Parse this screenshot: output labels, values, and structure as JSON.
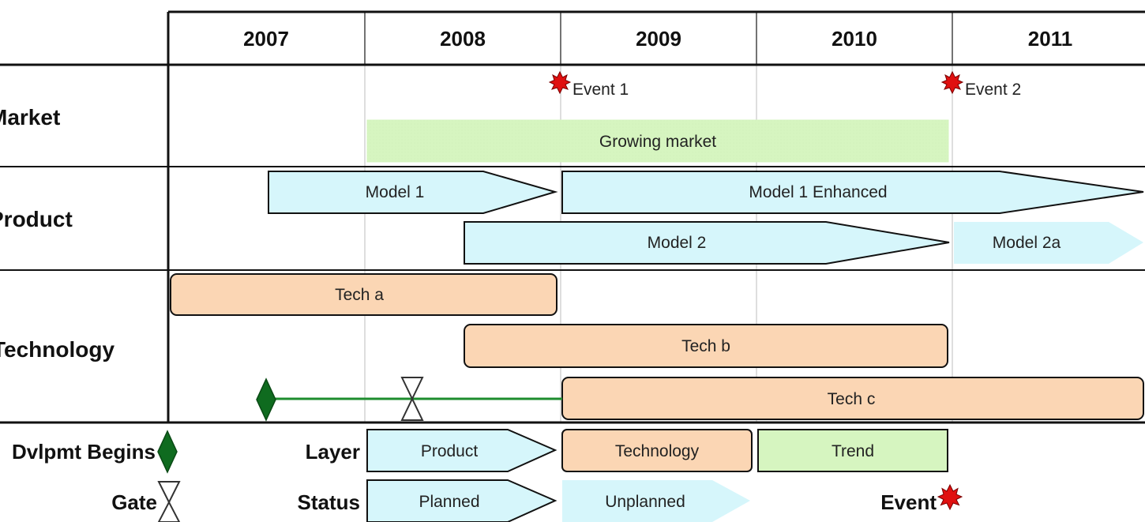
{
  "years": [
    "2007",
    "2008",
    "2009",
    "2010",
    "2011"
  ],
  "layers": {
    "market": "Market",
    "product": "Product",
    "technology": "Technology"
  },
  "events": {
    "event1": "Event 1",
    "event2": "Event 2"
  },
  "items": {
    "growing_market": "Growing market",
    "model1": "Model 1",
    "model1_enhanced": "Model 1 Enhanced",
    "model2": "Model 2",
    "model2a": "Model 2a",
    "tech_a": "Tech a",
    "tech_b": "Tech b",
    "tech_c": "Tech c"
  },
  "legend": {
    "dvlpmt_begins": "Dvlpmt Begins",
    "gate": "Gate",
    "layer": "Layer",
    "status": "Status",
    "product": "Product",
    "technology": "Technology",
    "trend": "Trend",
    "planned": "Planned",
    "unplanned": "Unplanned",
    "event": "Event"
  },
  "colors": {
    "product_fill": "#d6f6fb",
    "technology_fill": "#fbd6b4",
    "trend_fill": "#d6f5c0",
    "milestone": "#0f6b1f",
    "event": "#e01010",
    "grid": "#d4d4d4",
    "border": "#111111"
  },
  "icons": {
    "event": "starburst-icon",
    "dvlpmt_begins": "diamond-icon",
    "gate": "hourglass-icon"
  }
}
